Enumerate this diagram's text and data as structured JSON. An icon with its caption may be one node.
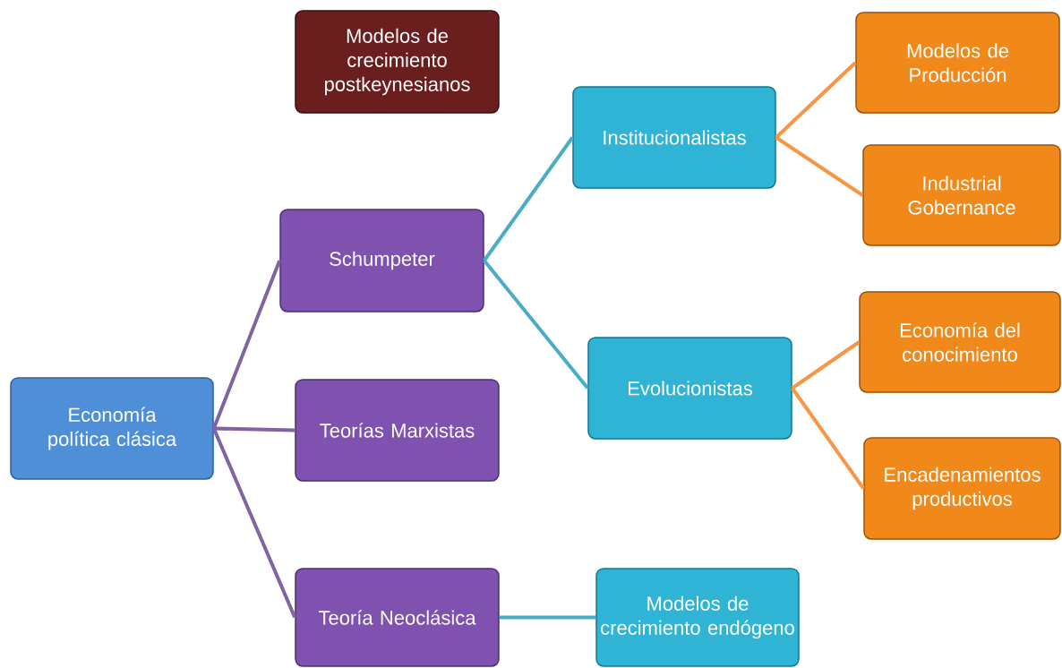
{
  "diagram": {
    "nodes": [
      {
        "text": [
          "Economía política clásica"
        ]
      },
      {
        "text": [
          "Modelos de crecimiento postkeynesianos"
        ]
      },
      {
        "text": [
          "Schumpeter"
        ]
      },
      {
        "text": [
          "Teorías Marxistas"
        ]
      },
      {
        "text": [
          "Teoría Neoclásica"
        ]
      },
      {
        "text": [
          "Institucionalistas"
        ]
      },
      {
        "text": [
          "Evolucionistas"
        ]
      },
      {
        "text": [
          "Modelos de crecimiento endógeno"
        ]
      },
      {
        "text": [
          "Modelos de Producción"
        ]
      },
      {
        "text": [
          "Industrial Gobernance"
        ]
      },
      {
        "text": [
          "Economía del conocimiento"
        ]
      },
      {
        "text": [
          "Encadenamientos productivos"
        ]
      }
    ],
    "edges": [
      {
        "from": 0,
        "to": 2,
        "arrow": "none",
        "color": "#8064a2"
      },
      {
        "from": 0,
        "to": 3,
        "arrow": "none",
        "color": "#8064a2"
      },
      {
        "from": 0,
        "to": 4,
        "arrow": "none",
        "color": "#8064a2"
      },
      {
        "from": 2,
        "to": 5,
        "arrow": "none",
        "color": "#4bacc6"
      },
      {
        "from": 2,
        "to": 6,
        "arrow": "none",
        "color": "#4bacc6"
      },
      {
        "from": 4,
        "to": 7,
        "arrow": "none",
        "color": "#4bacc6"
      },
      {
        "from": 5,
        "to": 8,
        "arrow": "none",
        "color": "#f79646"
      },
      {
        "from": 5,
        "to": 9,
        "arrow": "none",
        "color": "#f79646"
      },
      {
        "from": 6,
        "to": 10,
        "arrow": "none",
        "color": "#f79646"
      },
      {
        "from": 6,
        "to": 11,
        "arrow": "none",
        "color": "#f79646"
      }
    ]
  }
}
